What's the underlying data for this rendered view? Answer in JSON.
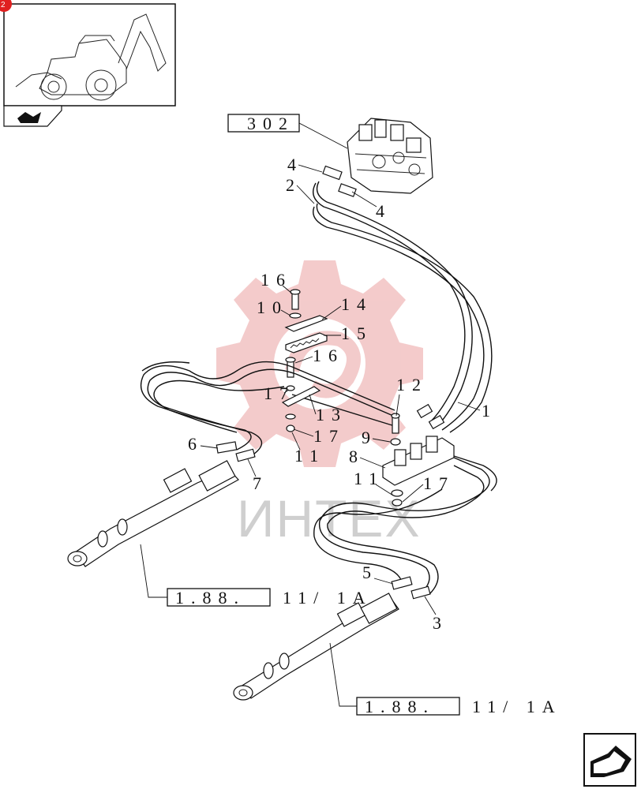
{
  "thumbnail": {
    "badge_text": "2",
    "machine": "backhoe-loader-icon",
    "nav": "chevron-book-icon"
  },
  "references": {
    "valve_ref": "302",
    "left_cyl_ref_box": "1.88.",
    "left_cyl_ref_tail": "11/ 1A",
    "right_cyl_ref_box": "1.88.",
    "right_cyl_ref_tail": "11/ 1A"
  },
  "watermark": {
    "text": "ИНТЕХ",
    "color": "#f2c2c2"
  },
  "callouts": [
    {
      "id": "c4a",
      "text": "4"
    },
    {
      "id": "c2",
      "text": "2"
    },
    {
      "id": "c4b",
      "text": "4"
    },
    {
      "id": "c16a",
      "text": "16"
    },
    {
      "id": "c10",
      "text": "10"
    },
    {
      "id": "c14",
      "text": "14"
    },
    {
      "id": "c15",
      "text": "15"
    },
    {
      "id": "c16b",
      "text": "16"
    },
    {
      "id": "c17a",
      "text": "17"
    },
    {
      "id": "c13",
      "text": "13"
    },
    {
      "id": "c17b",
      "text": "17"
    },
    {
      "id": "c11a",
      "text": "11"
    },
    {
      "id": "c12",
      "text": "12"
    },
    {
      "id": "c1",
      "text": "1"
    },
    {
      "id": "c9",
      "text": "9"
    },
    {
      "id": "c8",
      "text": "8"
    },
    {
      "id": "c11b",
      "text": "11"
    },
    {
      "id": "c17c",
      "text": "17"
    },
    {
      "id": "c6",
      "text": "6"
    },
    {
      "id": "c7",
      "text": "7"
    },
    {
      "id": "c5",
      "text": "5"
    },
    {
      "id": "c3",
      "text": "3"
    }
  ],
  "footer": {
    "icon": "next-page-arrow-icon"
  }
}
